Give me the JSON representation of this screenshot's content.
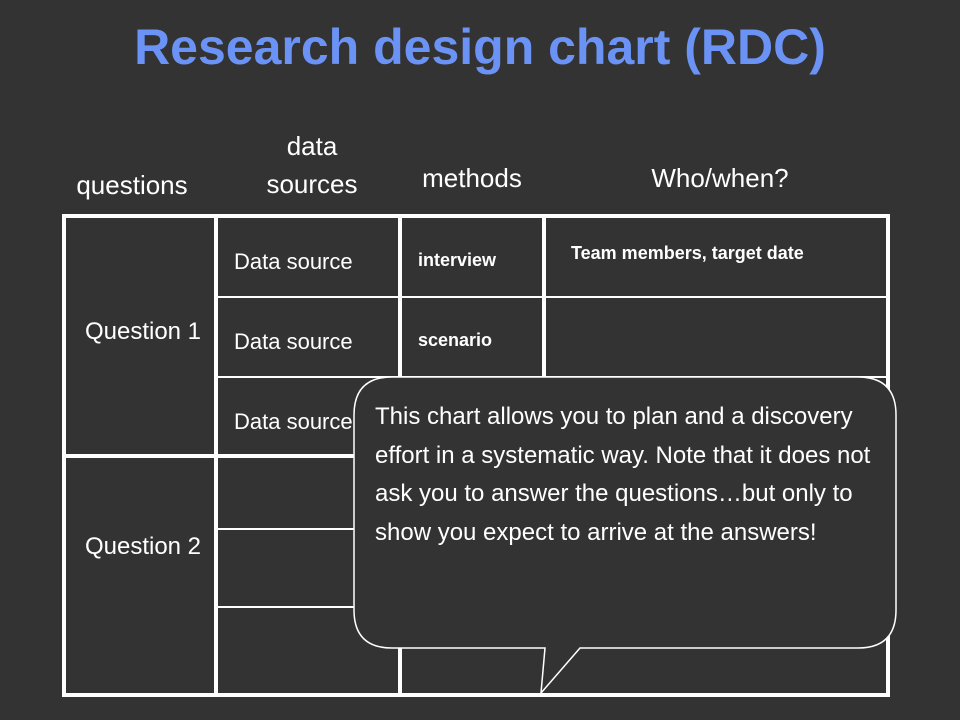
{
  "title": "Research design chart (RDC)",
  "headers": {
    "questions": "questions",
    "data_sources": "data sources",
    "methods": "methods",
    "who_when": "Who/when?"
  },
  "rows": {
    "data_sources": [
      "Data source",
      "Data source",
      "Data source"
    ],
    "methods": [
      "interview",
      "scenario"
    ],
    "who_when": "Team members, target date"
  },
  "questions": [
    "Question 1",
    "Question 2"
  ],
  "callout": "This chart allows you to plan and a discovery effort in a systematic way. Note that it does not ask you to answer the questions…but only to show you expect to arrive at the answers!"
}
